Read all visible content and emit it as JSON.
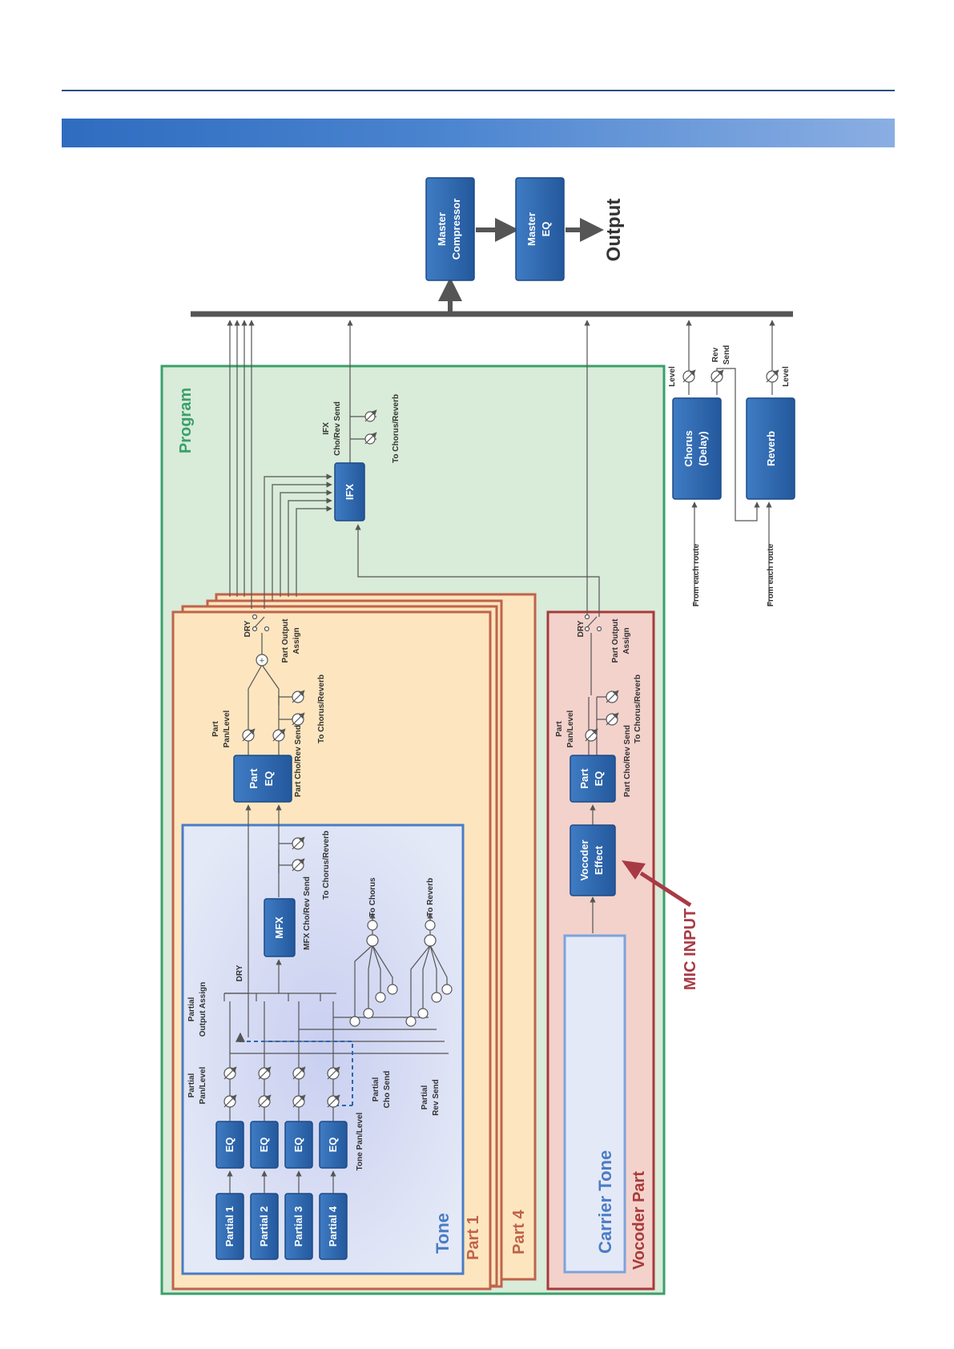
{
  "blocks": {
    "master_compressor": [
      "Master",
      "Compressor"
    ],
    "master_eq": [
      "Master",
      "EQ"
    ],
    "output": "Output",
    "ifx": "IFX",
    "chorus": [
      "Chorus",
      "(Delay)"
    ],
    "reverb": "Reverb",
    "part_eq": [
      "Part",
      "EQ"
    ],
    "mfx": "MFX",
    "eq": "EQ",
    "partials": [
      "Partial 1",
      "Partial 2",
      "Partial 3",
      "Partial 4"
    ],
    "vocoder_part_eq": [
      "Part",
      "EQ"
    ],
    "vocoder_effect": [
      "Vocoder",
      "Effect"
    ],
    "carrier_tone": "Carrier Tone"
  },
  "regions": {
    "program": "Program",
    "tone": "Tone",
    "part1": "Part 1",
    "part4": "Part 4",
    "vocoder_part": "Vocoder Part",
    "mic_input": "MIC INPUT"
  },
  "labels": {
    "ifx_send": [
      "IFX",
      "Cho/Rev Send"
    ],
    "to_chorus_reverb": "To Chorus/Reverb",
    "from_each_route": "From each route",
    "level": "Level",
    "rev_send": [
      "Rev",
      "Send"
    ],
    "dry": "DRY",
    "part_output_assign": [
      "Part Output",
      "Assign"
    ],
    "part_pan_level": [
      "Part",
      "Pan/Level"
    ],
    "part_cho_rev_send": "Part Cho/Rev Send",
    "mfx_cho_rev_send": "MFX Cho/Rev Send",
    "to_chorus": "To Chorus",
    "to_reverb": "To Reverb",
    "partial_output_assign": [
      "Partial",
      "Output Assign"
    ],
    "partial_pan_level": [
      "Partial",
      "Pan/Level"
    ],
    "partial_cho_send": [
      "Partial",
      "Cho Send"
    ],
    "partial_rev_send": [
      "Partial",
      "Rev Send"
    ],
    "tone_pan_level": "Tone Pan/Level"
  },
  "colors": {
    "block": "#2e66ad",
    "program_border": "#3aa06a",
    "program_fill": "#d9ebd9",
    "part_border": "#c0634a",
    "part_fill": "#fde6bf",
    "tone_border": "#4a7cc4",
    "vocoder_border": "#a83a3a",
    "mic_arrow": "#a83a45",
    "bus": "#555555"
  }
}
